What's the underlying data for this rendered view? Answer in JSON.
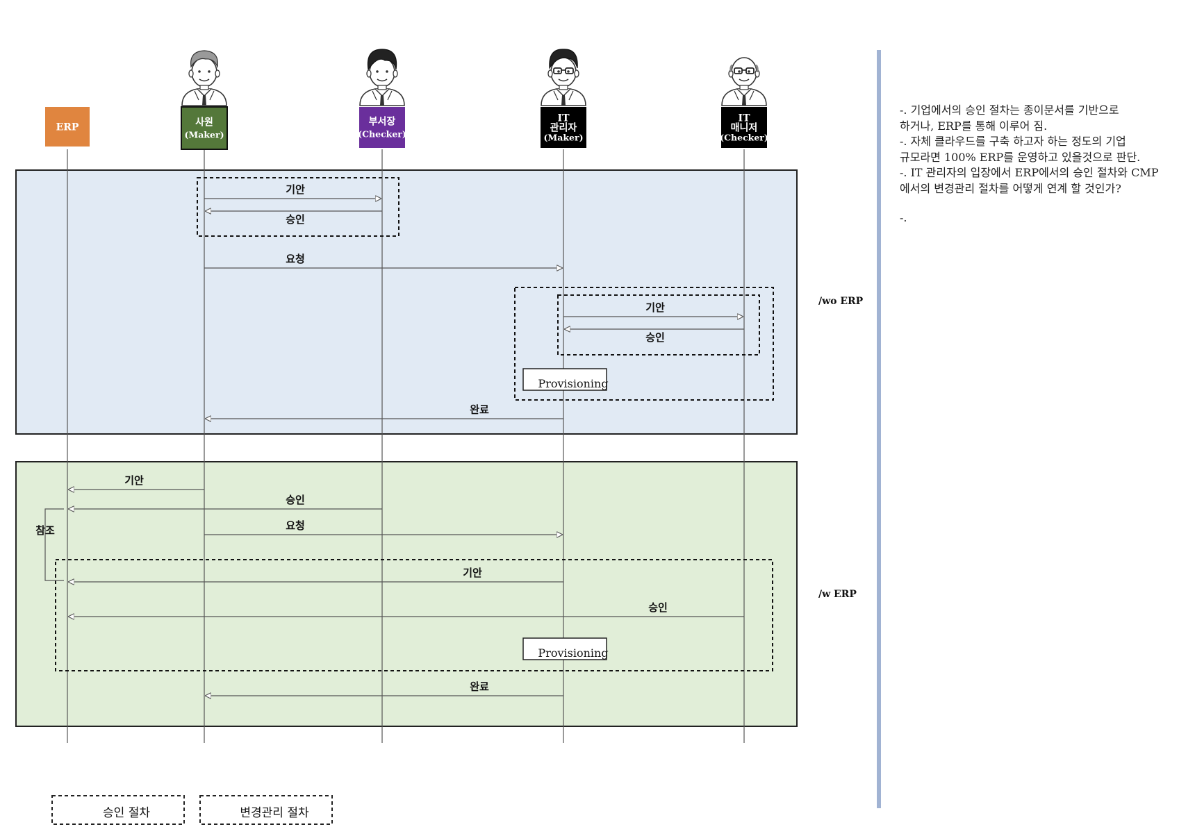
{
  "actors": [
    {
      "id": "erp",
      "label_lines": [
        "ERP"
      ],
      "color": "#e0853f",
      "has_person": false,
      "person": ""
    },
    {
      "id": "employee",
      "label_lines": [
        "사원",
        "(Maker)"
      ],
      "color": "#54783a",
      "has_person": true,
      "person": "gray-hair-man-icon"
    },
    {
      "id": "dept-head",
      "label_lines": [
        "부서장",
        "(Checker)"
      ],
      "color": "#6a2f9c",
      "has_person": true,
      "person": "black-hair-man-icon"
    },
    {
      "id": "it-admin",
      "label_lines": [
        "IT",
        "관리자",
        "(Maker)"
      ],
      "color": "#000000",
      "has_person": true,
      "person": "glasses-man-icon"
    },
    {
      "id": "it-manager",
      "label_lines": [
        "IT",
        "매니저",
        "(Checker)"
      ],
      "color": "#000000",
      "has_person": true,
      "person": "bald-glasses-man-icon"
    }
  ],
  "sections": [
    {
      "id": "wo-erp",
      "label": "/wo  ERP",
      "color": "#e1eaf4"
    },
    {
      "id": "w-erp",
      "label": "/w  ERP",
      "color": "#e1eed8"
    }
  ],
  "messages_wo": [
    {
      "label": "기안",
      "from": "employee",
      "to": "dept-head"
    },
    {
      "label": "승인",
      "from": "dept-head",
      "to": "employee"
    },
    {
      "label": "요청",
      "from": "employee",
      "to": "it-admin"
    },
    {
      "label": "기안",
      "from": "it-admin",
      "to": "it-manager"
    },
    {
      "label": "승인",
      "from": "it-manager",
      "to": "it-admin"
    },
    {
      "label": "완료",
      "from": "it-admin",
      "to": "employee"
    }
  ],
  "messages_w": [
    {
      "label": "기안",
      "from": "employee",
      "to": "erp"
    },
    {
      "label": "승인",
      "from": "dept-head",
      "to": "erp"
    },
    {
      "label": "요청",
      "from": "employee",
      "to": "it-admin"
    },
    {
      "label": "기안",
      "from": "it-admin",
      "to": "erp"
    },
    {
      "label": "승인",
      "from": "it-manager",
      "to": "erp"
    },
    {
      "label": "완료",
      "from": "it-admin",
      "to": "employee"
    }
  ],
  "reference_label": "참조",
  "provisioning_label": "Provisioning",
  "legend": [
    {
      "label": "승인 절차"
    },
    {
      "label": "변경관리 절차"
    }
  ],
  "notes": [
    "-. 기업에서의 승인 절차는 종이문서를 기반으로",
    "  하거나, ERP를 통해 이루어 짐.",
    "-. 자체 클라우드를 구축 하고자 하는 정도의 기업",
    "  규모라면 100% ERP를 운영하고 있을것으로 판단.",
    "-. IT 관리자의 입장에서 ERP에서의 승인 절차와 CMP",
    "  에서의 변경관리 절차를 어떻게 연계 할 것인가?"
  ],
  "notes_tail": "-."
}
